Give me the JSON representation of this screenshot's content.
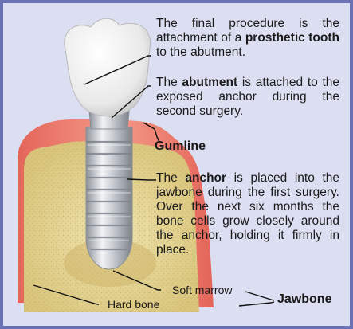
{
  "captions": {
    "prosthetic": {
      "before": "The final procedure is the attachment of a ",
      "bold": "prosthetic tooth",
      "after": " to the abutment."
    },
    "abutment": {
      "before": "The ",
      "bold": "abutment",
      "after": " is attached to the exposed anchor during the second surgery."
    },
    "anchor": {
      "before": "The ",
      "bold": "anchor",
      "after": " is placed into the jawbone during the first surgery. Over the next six months the bone cells grow closely around the anchor, holding it firmly in place."
    }
  },
  "labels": {
    "gumline": "Gumline",
    "soft_marrow": "Soft marrow",
    "hard_bone": "Hard bone",
    "jawbone": "Jawbone"
  },
  "colors": {
    "frame_border": "#6b72b4",
    "background": "#dcdff2",
    "gum": "#f07d6c",
    "bone": "#e8d89a",
    "implant": "#c9ccd2",
    "tooth": "#f3f3f3"
  }
}
